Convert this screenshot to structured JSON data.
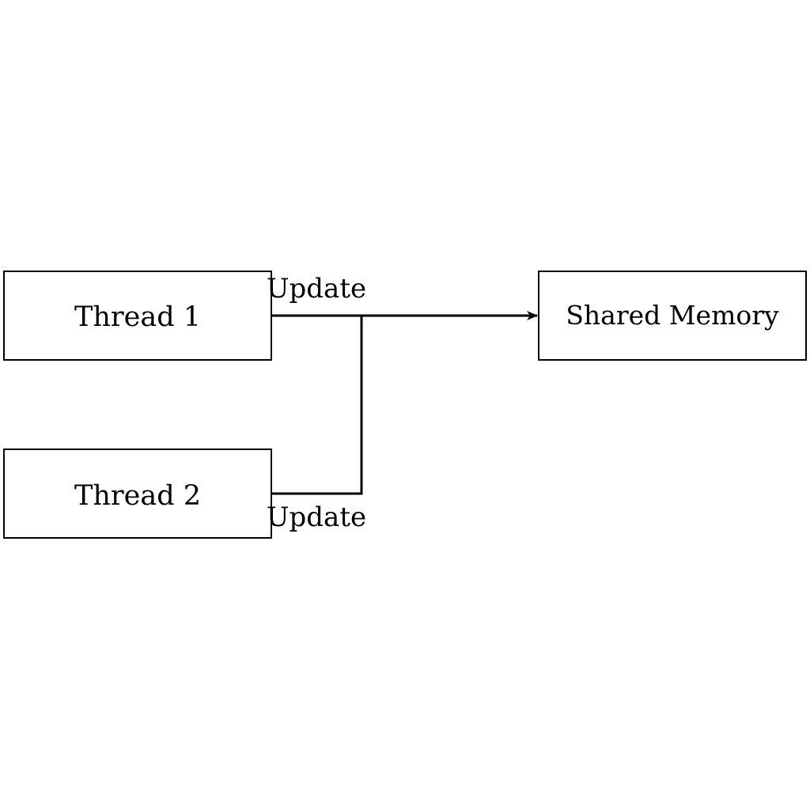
{
  "nodes": {
    "thread_1": {
      "label": "Thread 1"
    },
    "thread_2": {
      "label": "Thread 2"
    },
    "shared_memory": {
      "label": "Shared Memory"
    }
  },
  "edges": {
    "thread_1_to_memory": {
      "label": "Update"
    },
    "thread_2_to_memory": {
      "label": "Update"
    }
  }
}
